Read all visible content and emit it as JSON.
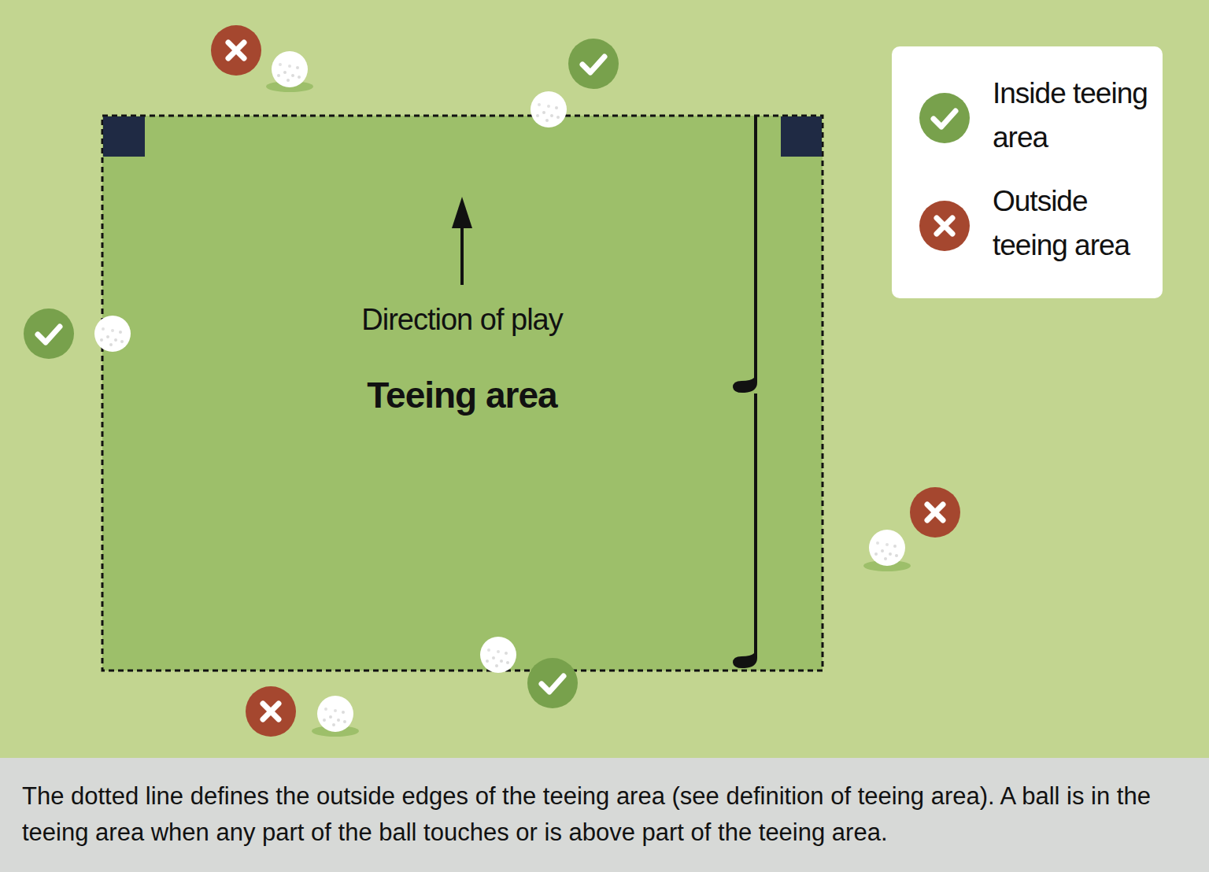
{
  "diagram": {
    "caption": "The dotted line defines the outside edges of the teeing area (see definition of teeing area). A ball is in the teeing area when any part of the ball touches or is above part of the teeing area.",
    "nodes": [
      {
        "text": [
          "Direction of play",
          "Teeing area"
        ]
      }
    ],
    "legend": [
      {
        "text": "Inside teeing area"
      },
      {
        "text": "Outside teeing area"
      }
    ]
  }
}
